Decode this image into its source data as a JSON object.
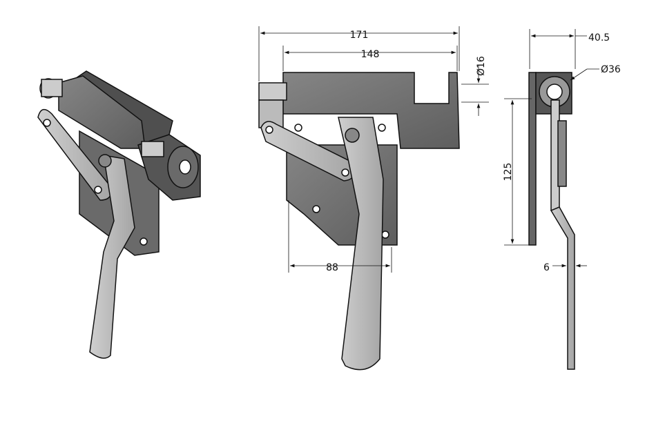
{
  "drawing": {
    "views": [
      "isometric",
      "front",
      "side"
    ],
    "dimensions": {
      "overall_width": "171",
      "body_width": "148",
      "pin_diameter": "Ø16",
      "plate_width": "88",
      "depth": "40.5",
      "head_diameter": "Ø36",
      "height": "125",
      "lever_thickness": "6"
    },
    "colors": {
      "body": "#6e6e6e",
      "body_dark": "#4a4a4a",
      "lever": "#b9b9b9",
      "outline": "#111111"
    }
  }
}
